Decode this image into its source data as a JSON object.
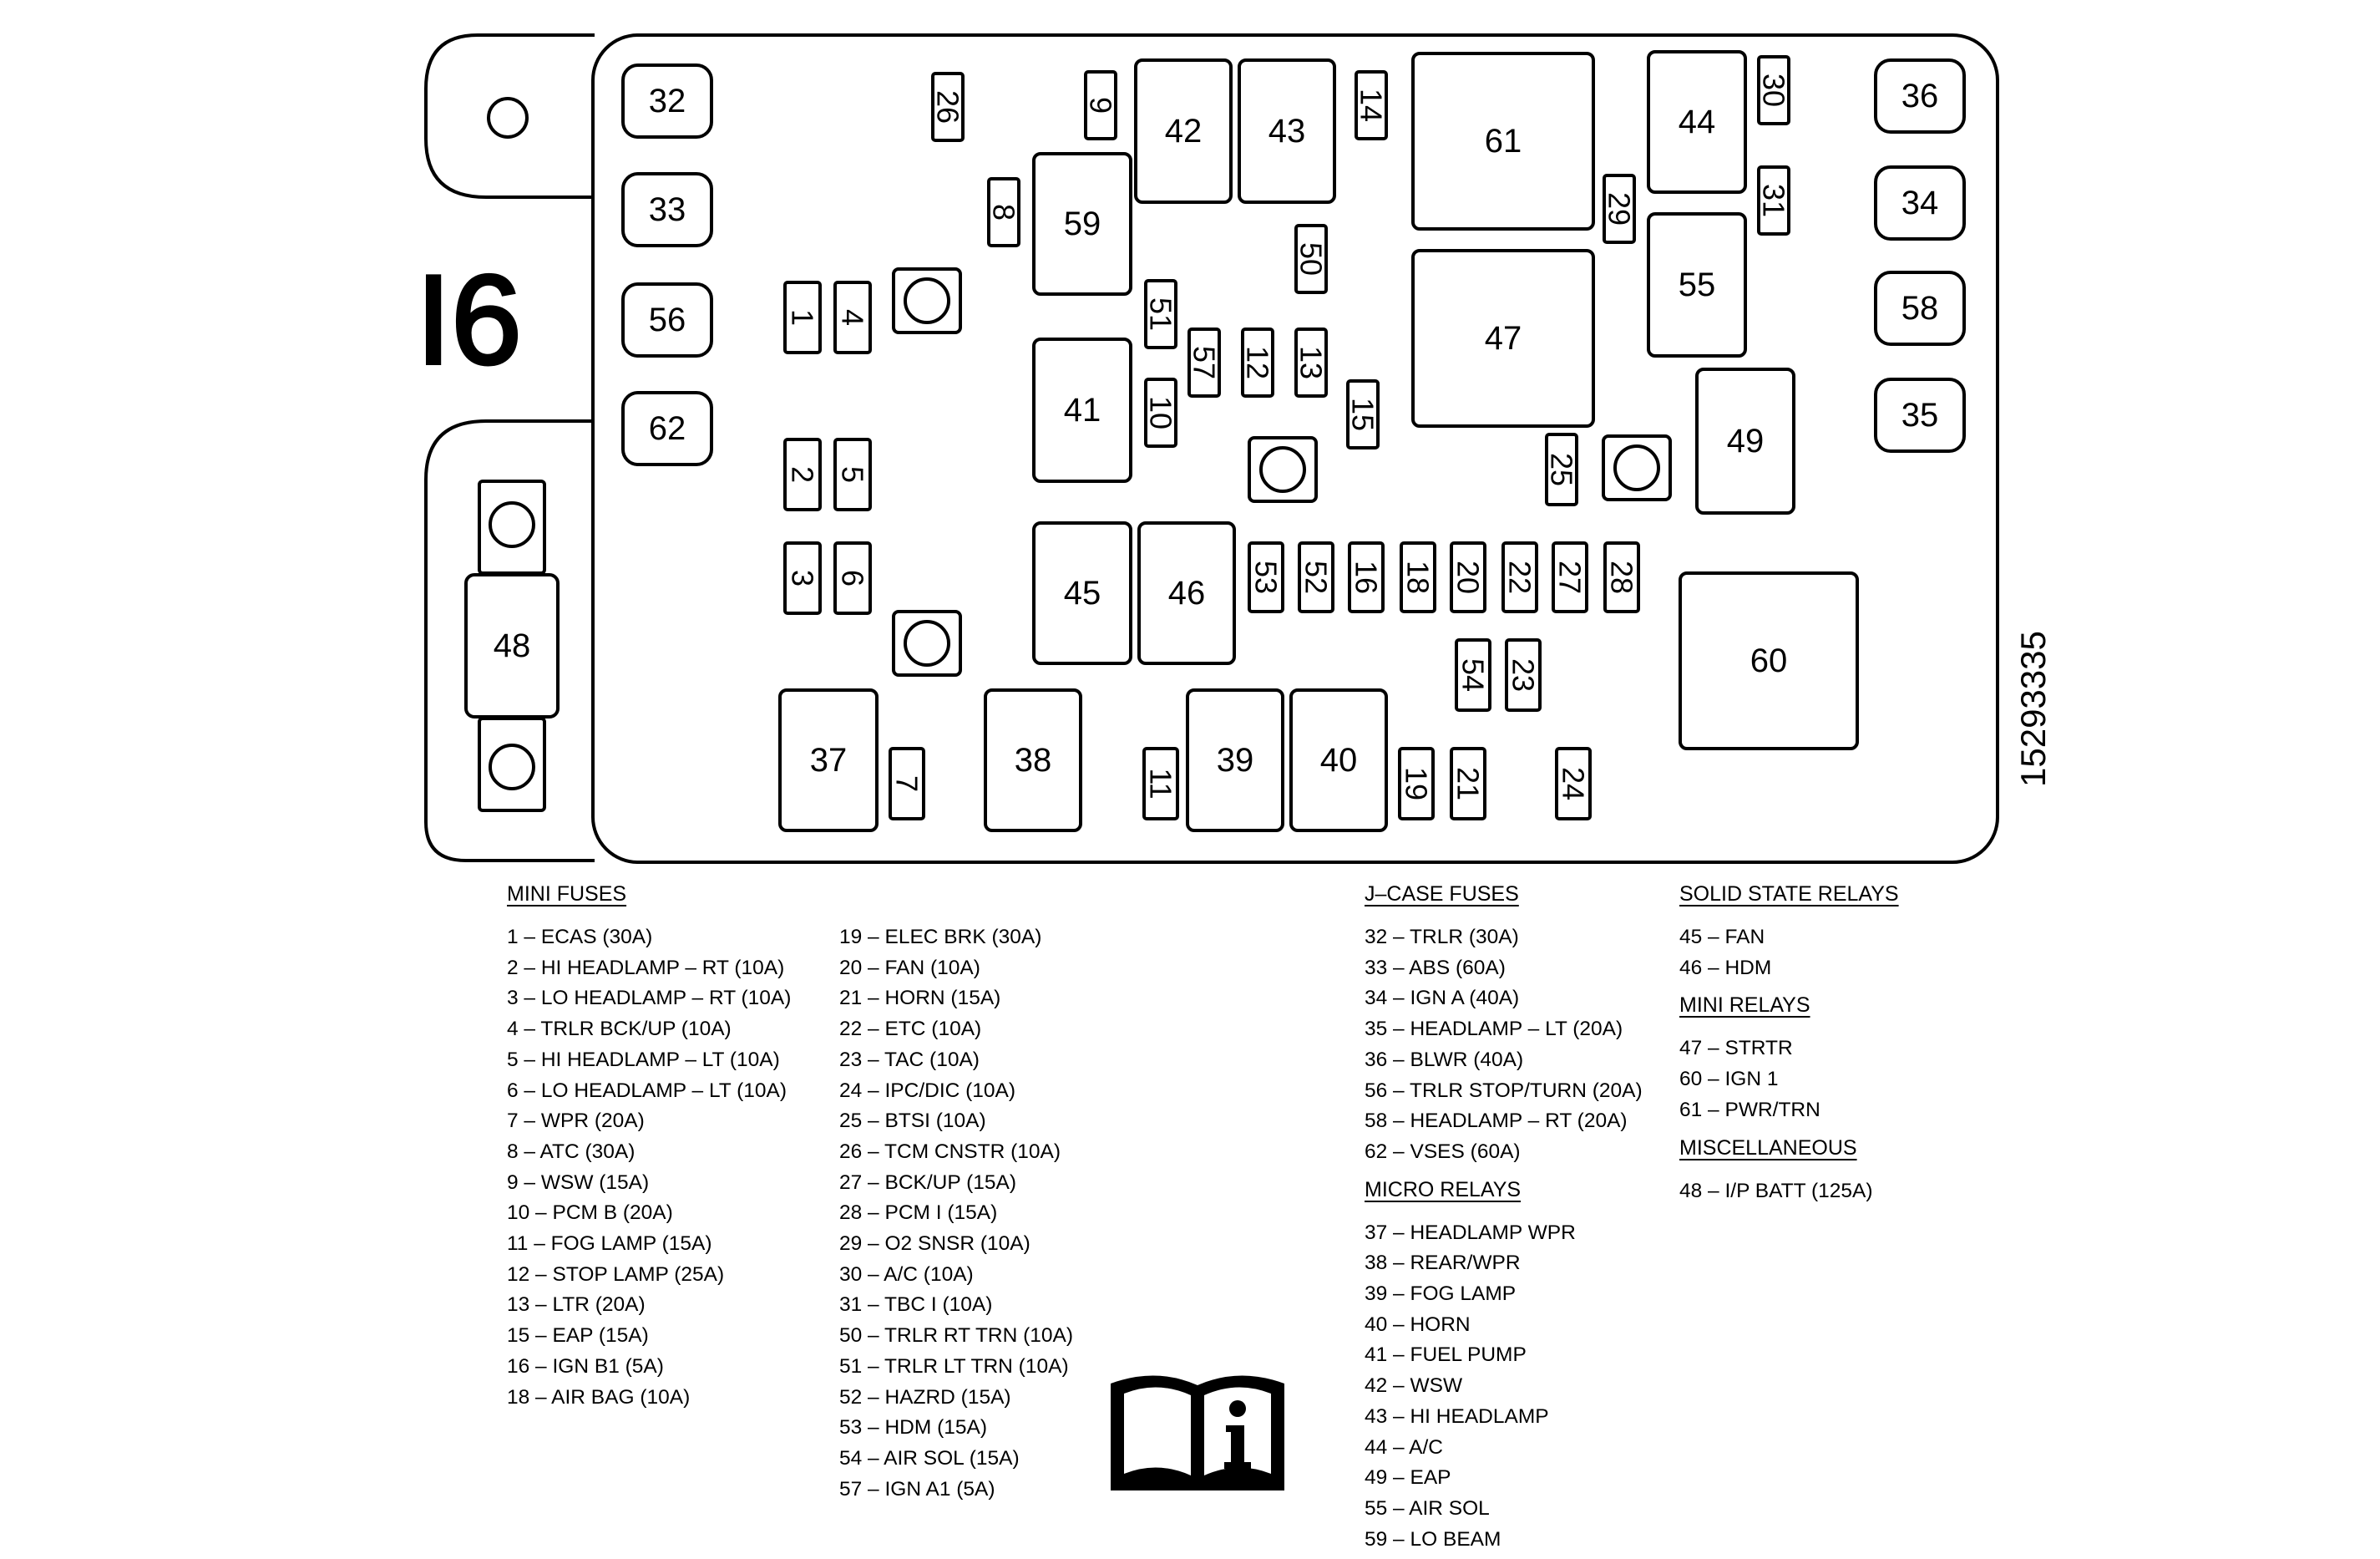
{
  "box": {
    "label": "I6",
    "part_number": "15293335",
    "components": [
      {
        "id": "32",
        "shape": "rr"
      },
      {
        "id": "33",
        "shape": "rr"
      },
      {
        "id": "56",
        "shape": "rr"
      },
      {
        "id": "62",
        "shape": "rr"
      },
      {
        "id": "36",
        "shape": "rr"
      },
      {
        "id": "34",
        "shape": "rr"
      },
      {
        "id": "58",
        "shape": "rr"
      },
      {
        "id": "35",
        "shape": "rr"
      },
      {
        "id": "26",
        "shape": "v"
      },
      {
        "id": "9",
        "shape": "v"
      },
      {
        "id": "14",
        "shape": "v"
      },
      {
        "id": "8",
        "shape": "v"
      },
      {
        "id": "50",
        "shape": "v"
      },
      {
        "id": "29",
        "shape": "v"
      },
      {
        "id": "30",
        "shape": "v"
      },
      {
        "id": "31",
        "shape": "v"
      },
      {
        "id": "1",
        "shape": "v"
      },
      {
        "id": "4",
        "shape": "v"
      },
      {
        "id": "51",
        "shape": "v"
      },
      {
        "id": "57",
        "shape": "v"
      },
      {
        "id": "12",
        "shape": "v"
      },
      {
        "id": "13",
        "shape": "v"
      },
      {
        "id": "10",
        "shape": "v"
      },
      {
        "id": "15",
        "shape": "v"
      },
      {
        "id": "2",
        "shape": "v"
      },
      {
        "id": "5",
        "shape": "v"
      },
      {
        "id": "25",
        "shape": "v"
      },
      {
        "id": "3",
        "shape": "v"
      },
      {
        "id": "6",
        "shape": "v"
      },
      {
        "id": "53",
        "shape": "v"
      },
      {
        "id": "52",
        "shape": "v"
      },
      {
        "id": "16",
        "shape": "v"
      },
      {
        "id": "18",
        "shape": "v"
      },
      {
        "id": "20",
        "shape": "v"
      },
      {
        "id": "22",
        "shape": "v"
      },
      {
        "id": "27",
        "shape": "v"
      },
      {
        "id": "28",
        "shape": "v"
      },
      {
        "id": "54",
        "shape": "v"
      },
      {
        "id": "23",
        "shape": "v"
      },
      {
        "id": "7",
        "shape": "v"
      },
      {
        "id": "11",
        "shape": "v"
      },
      {
        "id": "19",
        "shape": "v"
      },
      {
        "id": "21",
        "shape": "v"
      },
      {
        "id": "24",
        "shape": "v"
      },
      {
        "id": "42",
        "shape": "r"
      },
      {
        "id": "43",
        "shape": "r"
      },
      {
        "id": "59",
        "shape": "r"
      },
      {
        "id": "41",
        "shape": "r"
      },
      {
        "id": "45",
        "shape": "r"
      },
      {
        "id": "46",
        "shape": "r"
      },
      {
        "id": "37",
        "shape": "r"
      },
      {
        "id": "38",
        "shape": "r"
      },
      {
        "id": "39",
        "shape": "r"
      },
      {
        "id": "40",
        "shape": "r"
      },
      {
        "id": "61",
        "shape": "r"
      },
      {
        "id": "47",
        "shape": "r"
      },
      {
        "id": "44",
        "shape": "r"
      },
      {
        "id": "55",
        "shape": "r"
      },
      {
        "id": "49",
        "shape": "r"
      },
      {
        "id": "60",
        "shape": "r"
      },
      {
        "id": "48",
        "shape": "maxi"
      }
    ]
  },
  "legend": {
    "mini_fuses": {
      "title": "MINI FUSES",
      "col1": [
        "1 – ECAS (30A)",
        "2 – HI HEADLAMP – RT (10A)",
        "3 – LO HEADLAMP – RT (10A)",
        "4 – TRLR BCK/UP (10A)",
        "5 – HI HEADLAMP – LT (10A)",
        "6 – LO HEADLAMP – LT (10A)",
        "7 – WPR (20A)",
        "8 – ATC (30A)",
        "9 – WSW (15A)",
        "10 – PCM B (20A)",
        "11 – FOG LAMP (15A)",
        "12 – STOP LAMP (25A)",
        "13 – LTR (20A)",
        "15 – EAP (15A)",
        "16 – IGN B1 (5A)",
        "18 – AIR BAG (10A)"
      ],
      "col2": [
        "19 – ELEC BRK (30A)",
        "20 – FAN (10A)",
        "21 – HORN (15A)",
        "22 – ETC (10A)",
        "23 – TAC (10A)",
        "24 – IPC/DIC (10A)",
        "25 – BTSI (10A)",
        "26 – TCM CNSTR (10A)",
        "27 – BCK/UP (15A)",
        "28 – PCM I (15A)",
        "29 – O2 SNSR (10A)",
        "30 – A/C (10A)",
        "31 – TBC I (10A)",
        "50 – TRLR RT TRN (10A)",
        "51 – TRLR LT TRN (10A)",
        "52 – HAZRD (15A)",
        "53 – HDM (15A)",
        "54 – AIR SOL (15A)",
        "57 – IGN A1 (5A)"
      ]
    },
    "jcase_fuses": {
      "title": "J–CASE FUSES",
      "items": [
        "32 – TRLR (30A)",
        "33 – ABS (60A)",
        "34 – IGN A (40A)",
        "35 – HEADLAMP – LT (20A)",
        "36 – BLWR (40A)",
        "56 – TRLR STOP/TURN (20A)",
        "58 – HEADLAMP – RT (20A)",
        "62 – VSES (60A)"
      ]
    },
    "micro_relays": {
      "title": "MICRO RELAYS",
      "items": [
        "37 – HEADLAMP WPR",
        "38 – REAR/WPR",
        "39 – FOG LAMP",
        "40 – HORN",
        "41 – FUEL PUMP",
        "42 – WSW",
        "43 – HI HEADLAMP",
        "44 – A/C",
        "49 – EAP",
        "55 – AIR SOL",
        "59 – LO BEAM"
      ]
    },
    "solid_state_relays": {
      "title": "SOLID STATE RELAYS",
      "items": [
        "45 – FAN",
        "46 – HDM"
      ]
    },
    "mini_relays": {
      "title": "MINI RELAYS",
      "items": [
        "47 – STRTR",
        "60 – IGN 1",
        "61 – PWR/TRN"
      ]
    },
    "miscellaneous": {
      "title": "MISCELLANEOUS",
      "items": [
        "48 – I/P BATT (125A)"
      ]
    }
  },
  "icons": {
    "manual": "owner-manual-info-icon"
  }
}
